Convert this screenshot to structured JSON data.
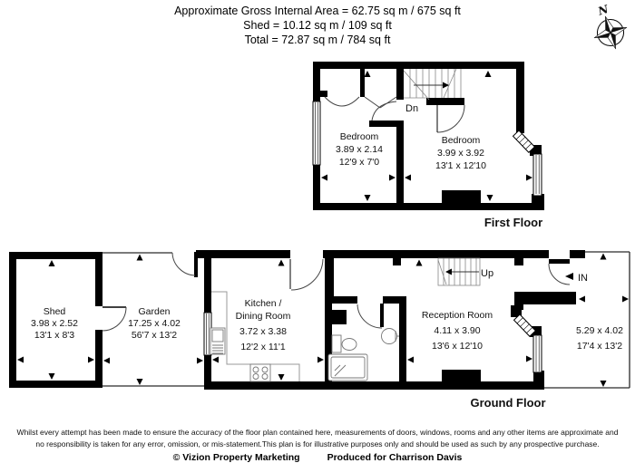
{
  "header": {
    "line1": "Approximate Gross Internal Area = 62.75 sq m / 675 sq ft",
    "line2": "Shed = 10.12 sq m / 109 sq ft",
    "line3": "Total = 72.87 sq m / 784 sq ft"
  },
  "compass": {
    "north_label": "N"
  },
  "first_floor": {
    "title": "First Floor",
    "stairs_label": "Dn",
    "rooms": {
      "bedroom_left": {
        "name": "Bedroom",
        "metric": "3.89 x 2.14",
        "imperial": "12'9 x 7'0"
      },
      "bedroom_right": {
        "name": "Bedroom",
        "metric": "3.99 x 3.92",
        "imperial": "13'1 x 12'10"
      }
    }
  },
  "ground_floor": {
    "title": "Ground Floor",
    "stairs_label": "Up",
    "entrance_label": "IN",
    "rooms": {
      "shed": {
        "name": "Shed",
        "metric": "3.98 x 2.52",
        "imperial": "13'1 x 8'3"
      },
      "garden": {
        "name": "Garden",
        "metric": "17.25 x 4.02",
        "imperial": "56'7 x 13'2"
      },
      "kitchen_dining": {
        "name_line1": "Kitchen /",
        "name_line2": "Dining Room",
        "metric": "3.72 x 3.38",
        "imperial": "12'2 x 11'1"
      },
      "reception": {
        "name": "Reception Room",
        "metric": "4.11 x 3.90",
        "imperial": "13'6 x 12'10"
      },
      "front_garden": {
        "metric": "5.29 x 4.02",
        "imperial": "17'4 x 13'2"
      }
    }
  },
  "footer": {
    "disclaimer_line1": "Whilst every attempt has been made to ensure the accuracy of the floor plan contained here, measurements of doors, windows, rooms and any other items are approximate and",
    "disclaimer_line2": "no responsibility is taken for any error, omission, or mis-statement.This plan is for illustrative purposes only and should be used as such by any prospective purchase.",
    "copyright": "© Vizion Property Marketing",
    "produced_for": "Produced for Charrison Davis"
  },
  "colors": {
    "wall": "#000000",
    "background": "#ffffff",
    "thin_line": "#2a2a2a",
    "fixture_line": "#777777"
  }
}
